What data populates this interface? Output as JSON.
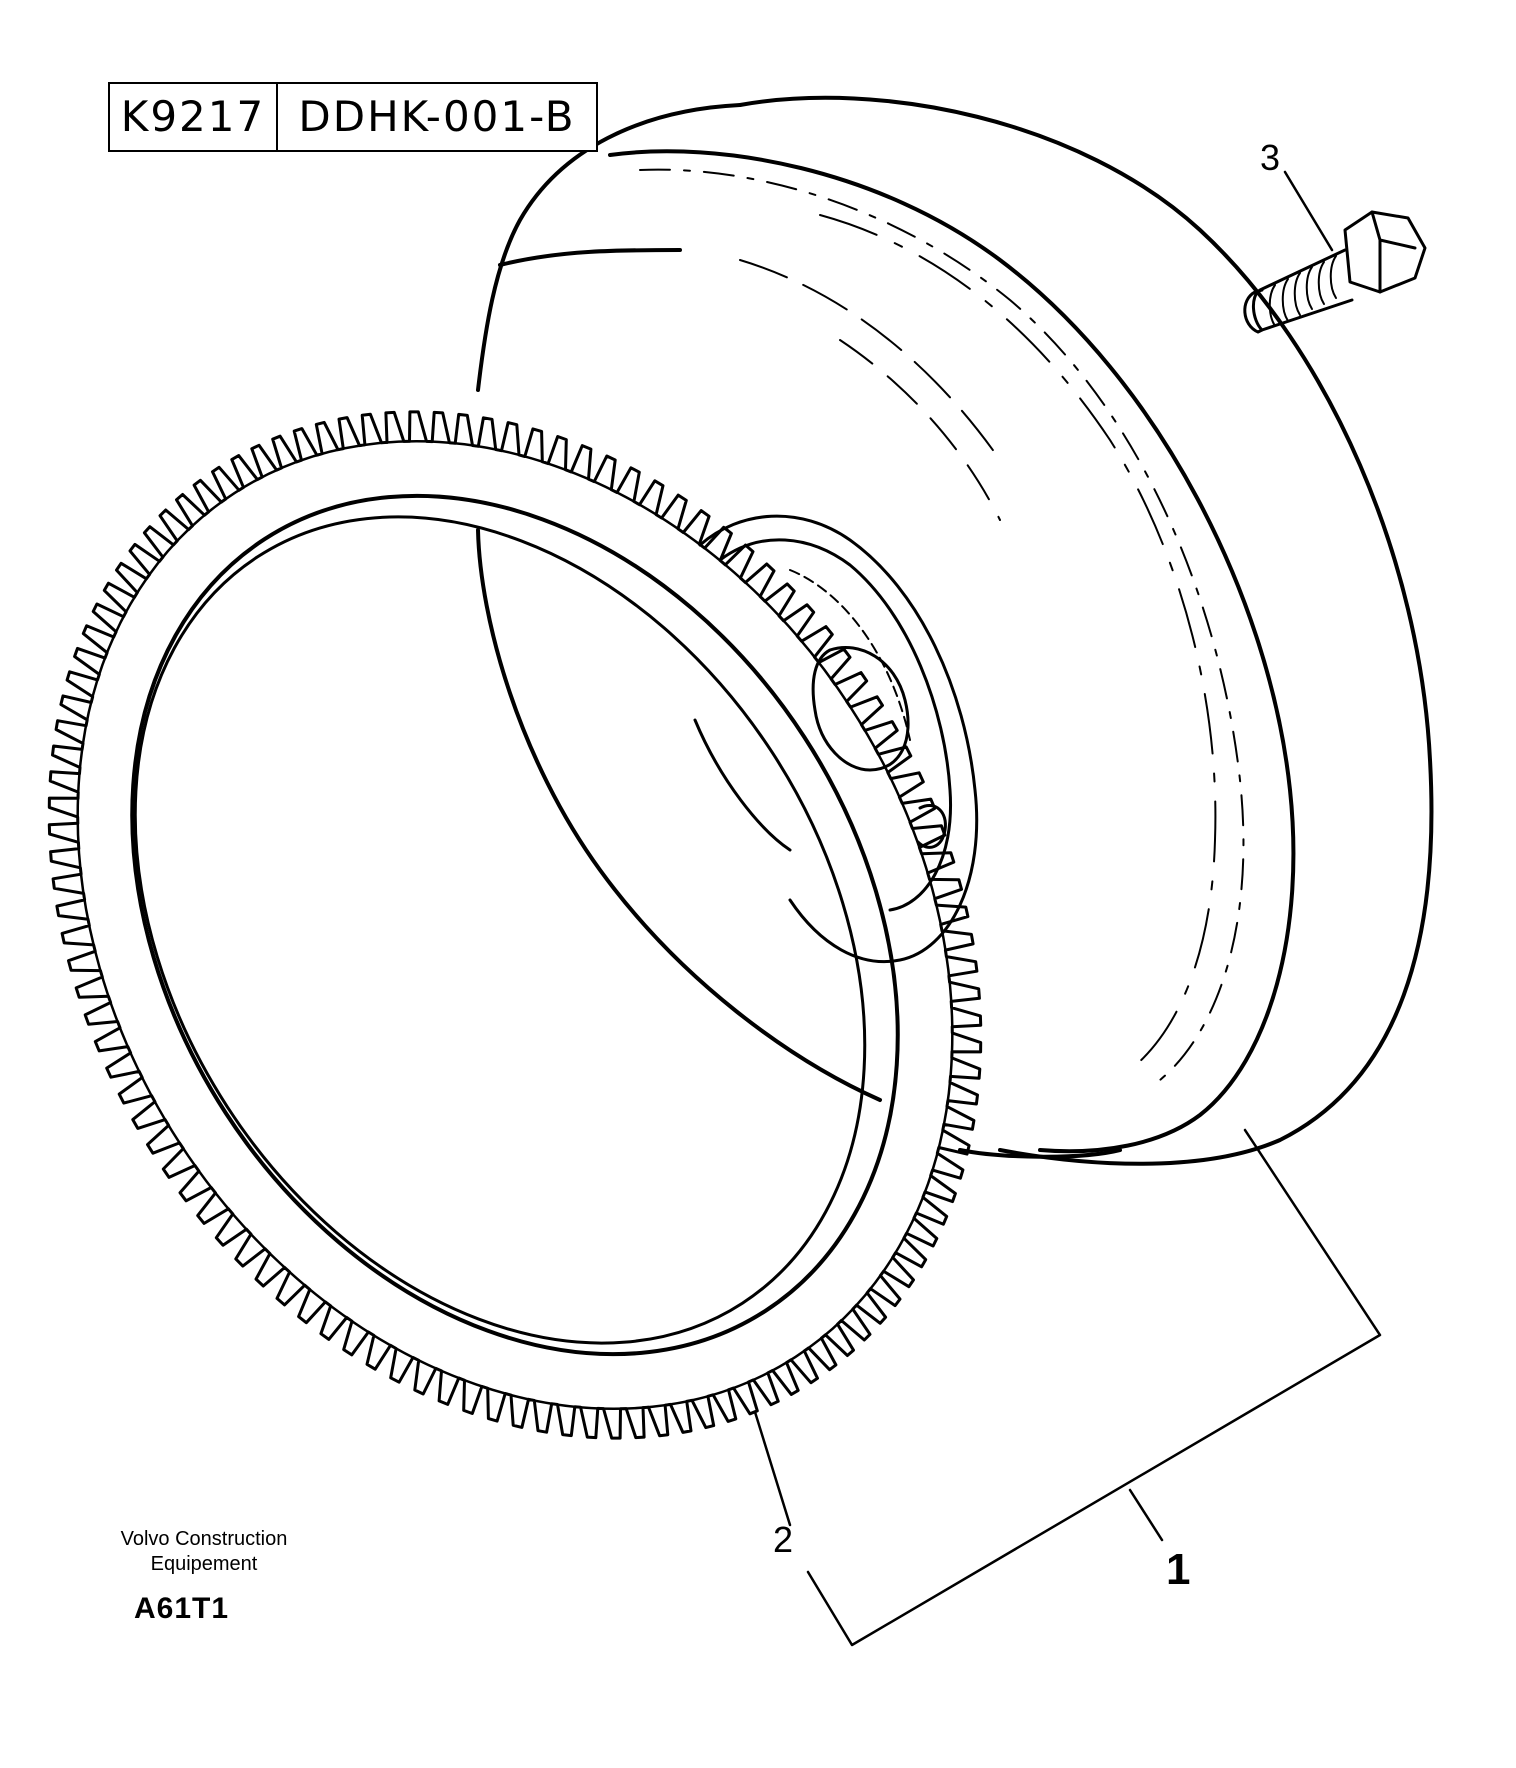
{
  "header_code": {
    "part_a": "K9217",
    "part_b": "DDHK-001-B"
  },
  "callouts": {
    "flywheel": "1",
    "ring_gear": "2",
    "bolt": "3"
  },
  "footer": {
    "company_line1": "Volvo Construction",
    "company_line2": "Equipement",
    "diagram_code": "A61T1"
  },
  "parts": [
    {
      "label": "1",
      "icon": "flywheel-icon"
    },
    {
      "label": "2",
      "icon": "ring-gear-icon"
    },
    {
      "label": "3",
      "icon": "bolt-icon"
    }
  ],
  "colors": {
    "line": "#000000",
    "background": "#ffffff"
  }
}
